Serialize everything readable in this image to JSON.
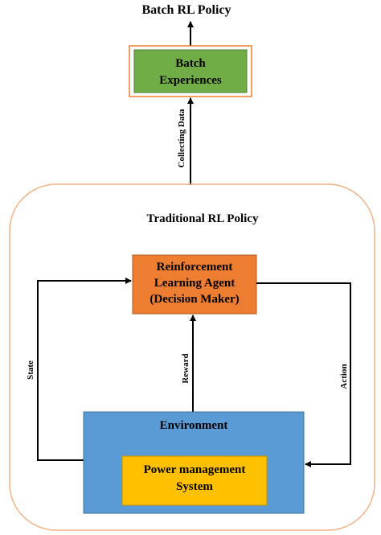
{
  "diagram": {
    "top_title": "Batch RL Policy",
    "batch_box": {
      "line1": "Batch",
      "line2": "Experiences"
    },
    "collecting_label": "Collecting Data",
    "traditional_title": "Traditional RL Policy",
    "agent_box": {
      "line1": "Reinforcement",
      "line2": "Learning Agent",
      "line3": "(Decision Maker)"
    },
    "environment_title": "Environment",
    "power_box": {
      "line1": "Power management",
      "line2": "System"
    },
    "state_label": "State",
    "reward_label": "Reward",
    "action_label": "Action"
  },
  "colors": {
    "batch_fill": "#70ad47",
    "batch_outer_border": "#ed7d31",
    "container_border": "#f4b183",
    "agent_fill": "#ed7d31",
    "environment_fill": "#5b9bd5",
    "power_fill": "#ffc000",
    "arrow": "#000000"
  }
}
